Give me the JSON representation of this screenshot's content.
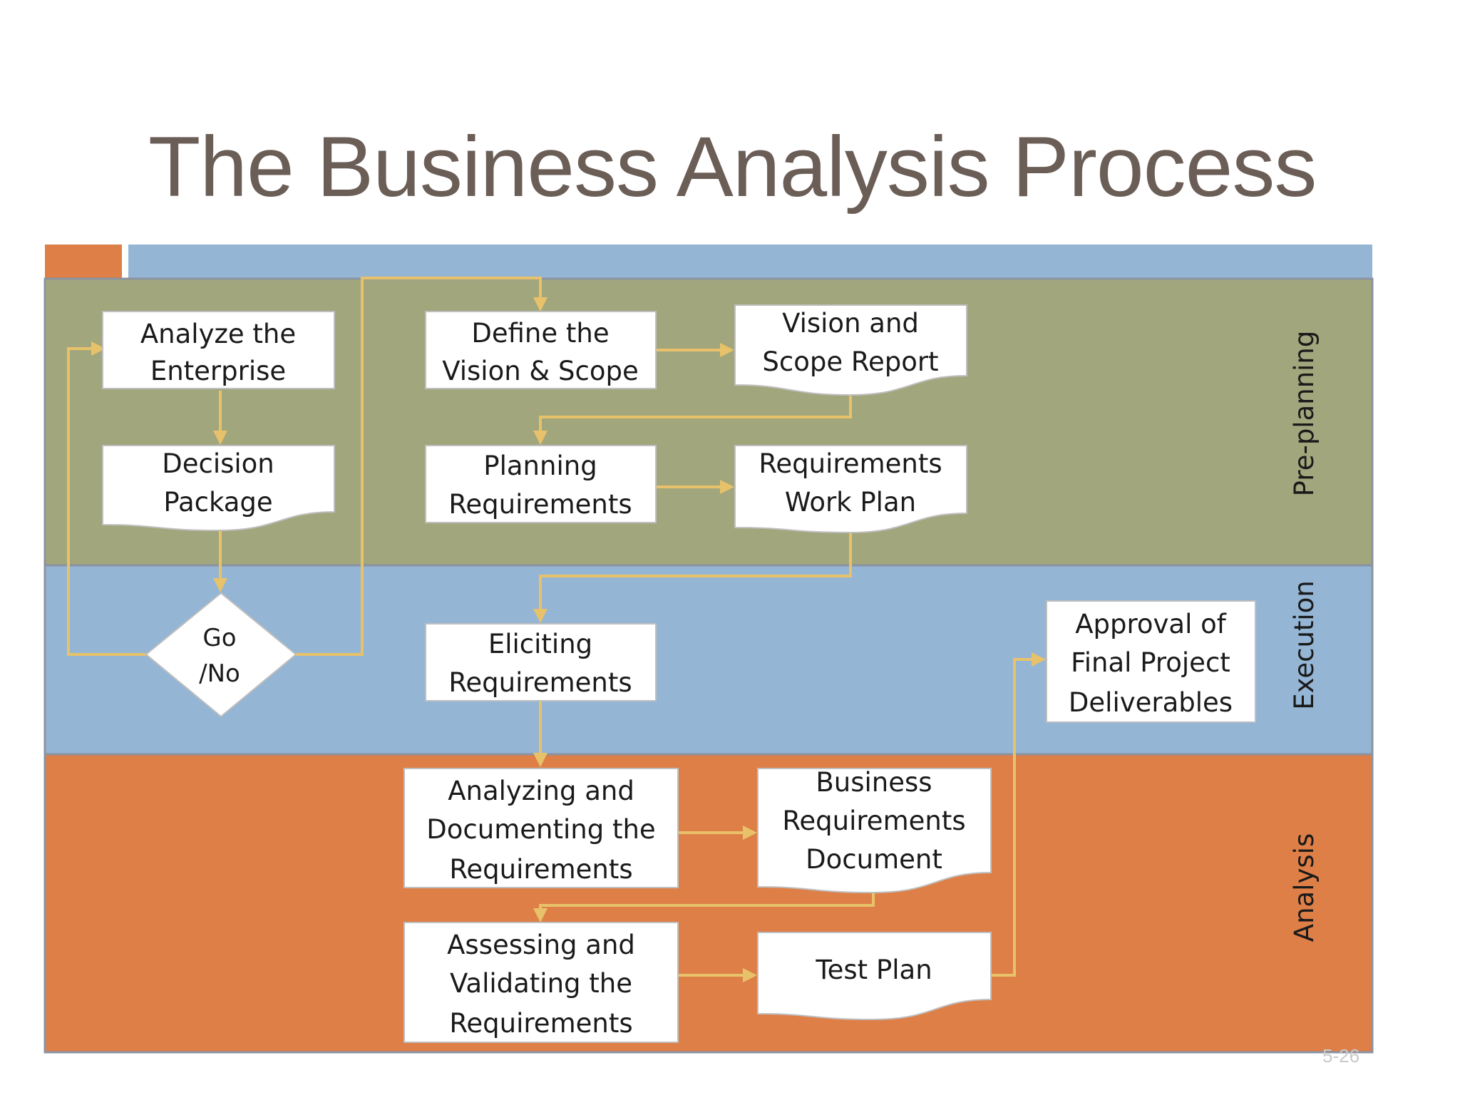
{
  "title": "The Business Analysis Process",
  "slide_number": "5-26",
  "colors": {
    "preplanning_lane": "#a2a67c",
    "execution_lane": "#94b5d4",
    "analysis_lane": "#de7f47",
    "top_band": "#94b5d4",
    "corner_accent": "#de7f47",
    "connector": "#e8c26a",
    "box_fill": "#ffffff",
    "title_color": "#6b5e57"
  },
  "lanes": {
    "preplanning": "Pre-planning",
    "execution": "Execution",
    "analysis": "Analysis"
  },
  "nodes": {
    "analyze_enterprise": [
      "Analyze the",
      "Enterprise"
    ],
    "decision_package": [
      "Decision",
      "Package"
    ],
    "go_no": [
      "Go",
      "/No"
    ],
    "define_vision": [
      "Define the",
      "Vision & Scope"
    ],
    "vision_report": [
      "Vision and",
      "Scope Report"
    ],
    "planning_req": [
      "Planning",
      "Requirements"
    ],
    "req_work_plan": [
      "Requirements",
      "Work Plan"
    ],
    "eliciting_req": [
      "Eliciting",
      "Requirements"
    ],
    "approval": [
      "Approval of",
      "Final Project",
      "Deliverables"
    ],
    "analyzing_doc": [
      "Analyzing and",
      "Documenting the",
      "Requirements"
    ],
    "brd": [
      "Business",
      "Requirements",
      "Document"
    ],
    "assessing": [
      "Assessing and",
      "Validating the",
      "Requirements"
    ],
    "test_plan": [
      "Test Plan"
    ]
  }
}
